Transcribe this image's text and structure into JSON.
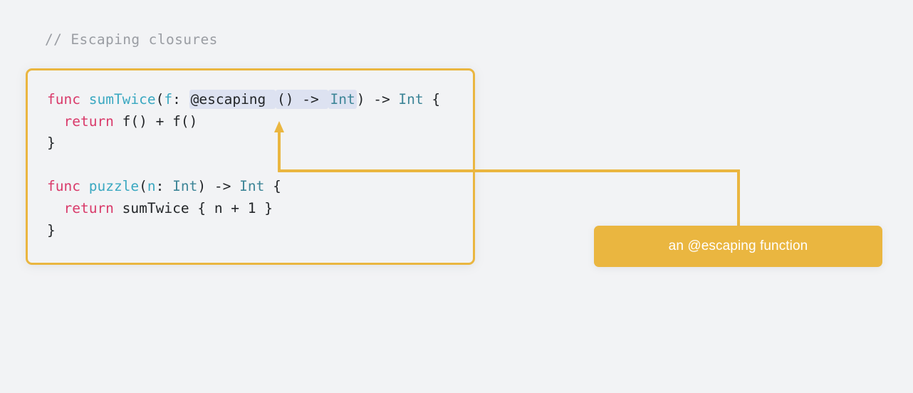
{
  "page": {
    "background_color": "#f2f3f5",
    "comment": "// Escaping closures"
  },
  "code_box": {
    "border_color": "#eab640",
    "background_color": "#f2f3f5",
    "highlight_color": "#dde2f1",
    "lines": [
      {
        "id": "line-1",
        "text": "func sumTwice(f: @escaping () -> Int) -> Int {",
        "tokens": [
          {
            "t": "func",
            "c": "kw"
          },
          {
            "t": " ",
            "c": "pl"
          },
          {
            "t": "sumTwice",
            "c": "fn"
          },
          {
            "t": "(",
            "c": "pl"
          },
          {
            "t": "f",
            "c": "par"
          },
          {
            "t": ": ",
            "c": "pl"
          },
          {
            "t": "@escaping ",
            "c": "pl",
            "hl": true
          },
          {
            "t": "() -> ",
            "c": "pl",
            "hl": true
          },
          {
            "t": "Int",
            "c": "typ",
            "hl": true
          },
          {
            "t": ") -> ",
            "c": "pl"
          },
          {
            "t": "Int",
            "c": "typ"
          },
          {
            "t": " {",
            "c": "pl"
          }
        ]
      },
      {
        "id": "line-2",
        "text": "  return f() + f()",
        "tokens": [
          {
            "t": "  ",
            "c": "pl"
          },
          {
            "t": "return",
            "c": "kw"
          },
          {
            "t": " f() + f()",
            "c": "pl"
          }
        ]
      },
      {
        "id": "line-3",
        "text": "}",
        "tokens": [
          {
            "t": "}",
            "c": "pl"
          }
        ]
      },
      {
        "id": "line-4",
        "text": "",
        "tokens": []
      },
      {
        "id": "line-5",
        "text": "func puzzle(n: Int) -> Int {",
        "tokens": [
          {
            "t": "func",
            "c": "kw"
          },
          {
            "t": " ",
            "c": "pl"
          },
          {
            "t": "puzzle",
            "c": "fn"
          },
          {
            "t": "(",
            "c": "pl"
          },
          {
            "t": "n",
            "c": "par"
          },
          {
            "t": ": ",
            "c": "pl"
          },
          {
            "t": "Int",
            "c": "typ"
          },
          {
            "t": ") -> ",
            "c": "pl"
          },
          {
            "t": "Int",
            "c": "typ"
          },
          {
            "t": " {",
            "c": "pl"
          }
        ]
      },
      {
        "id": "line-6",
        "text": "  return sumTwice { n + 1 }",
        "tokens": [
          {
            "t": "  ",
            "c": "pl"
          },
          {
            "t": "return",
            "c": "kw"
          },
          {
            "t": " sumTwice { n + 1 }",
            "c": "pl"
          }
        ]
      },
      {
        "id": "line-7",
        "text": "}",
        "tokens": [
          {
            "t": "}",
            "c": "pl"
          }
        ]
      }
    ]
  },
  "annotation": {
    "label": "an @escaping function",
    "color": "#eab640",
    "text_color": "#ffffff",
    "points_to": "@escaping () -> Int"
  }
}
